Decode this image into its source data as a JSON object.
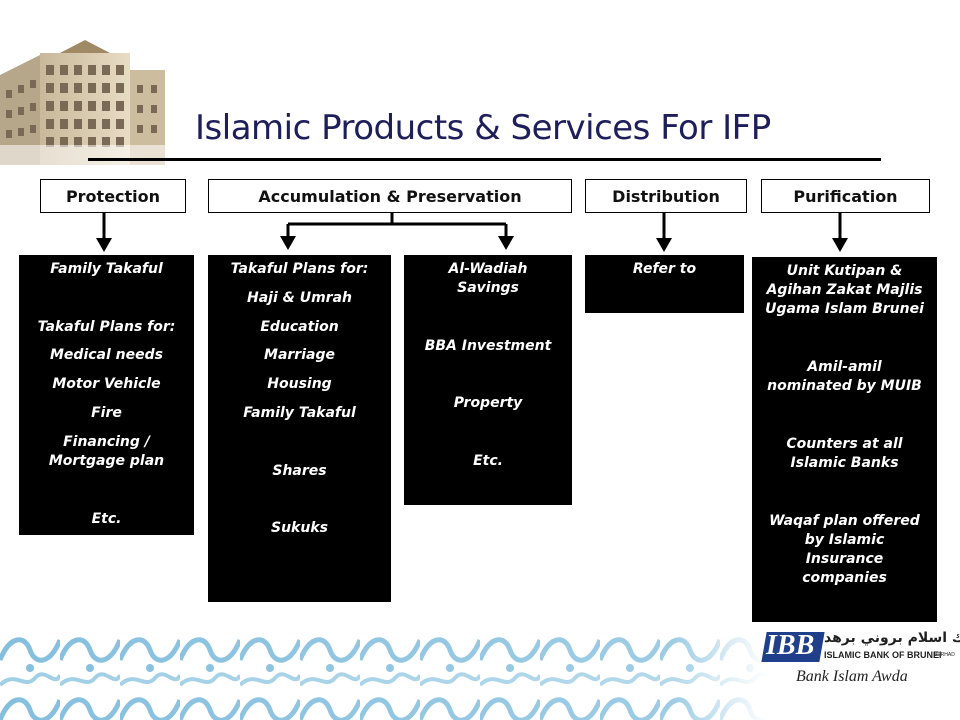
{
  "title": "Islamic Products & Services For IFP",
  "headers": {
    "protection": "Protection",
    "accumulation": "Accumulation & Preservation",
    "distribution": "Distribution",
    "purification": "Purification"
  },
  "boxes": {
    "protection": [
      "Family Takaful",
      "Takaful Plans for:",
      "Medical needs",
      "Motor Vehicle",
      "Fire",
      "Financing /",
      "Mortgage plan",
      "Etc."
    ],
    "takaful_plans": [
      "Takaful Plans for:",
      "Haji & Umrah",
      "Education",
      "Marriage",
      "Housing",
      "Family Takaful",
      "Shares",
      "Sukuks"
    ],
    "savings": [
      "Al-Wadiah",
      "Savings",
      "BBA Investment",
      "Property",
      "Etc."
    ],
    "distribution": [
      "Refer to"
    ],
    "purification": [
      "Unit Kutipan &",
      "Agihan Zakat Majlis",
      "Ugama Islam Brunei",
      "Amil-amil",
      "nominated by MUIB",
      "Counters at all",
      "Islamic Banks",
      "Waqaf plan offered",
      "by Islamic",
      "Insurance",
      "companies"
    ]
  },
  "logo": {
    "mark": "IBB",
    "arabic": "بيتك اسلام بروني برهد",
    "name": "ISLAMIC BANK OF BRUNEI",
    "suffix": "BERHAD",
    "tagline": "Bank Islam Awda"
  },
  "colors": {
    "title": "#1e1e5a",
    "box": "#000000",
    "pattern": "#5fa8d0",
    "logo_blue": "#1f3f8a"
  }
}
